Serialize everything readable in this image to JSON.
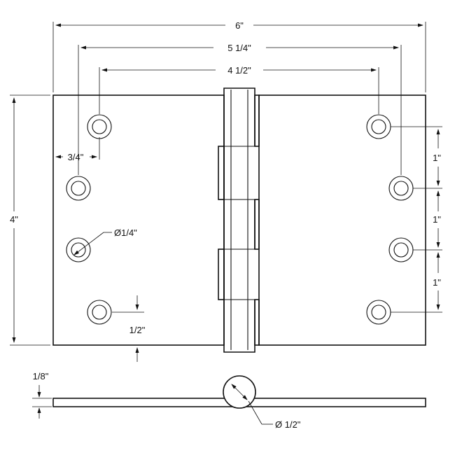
{
  "dimensions": {
    "overall_width": "6\"",
    "hole_span_outer": "5 1/4\"",
    "hole_span_inner": "4 1/2\"",
    "height": "4\"",
    "edge_offset": "3/4\"",
    "hole_diameter": "Ø1/4\"",
    "bottom_offset": "1/2\"",
    "hole_spacing_1": "1\"",
    "hole_spacing_2": "1\"",
    "hole_spacing_3": "1\"",
    "leaf_thickness": "1/8\"",
    "pin_diameter": "Ø 1/2\""
  }
}
